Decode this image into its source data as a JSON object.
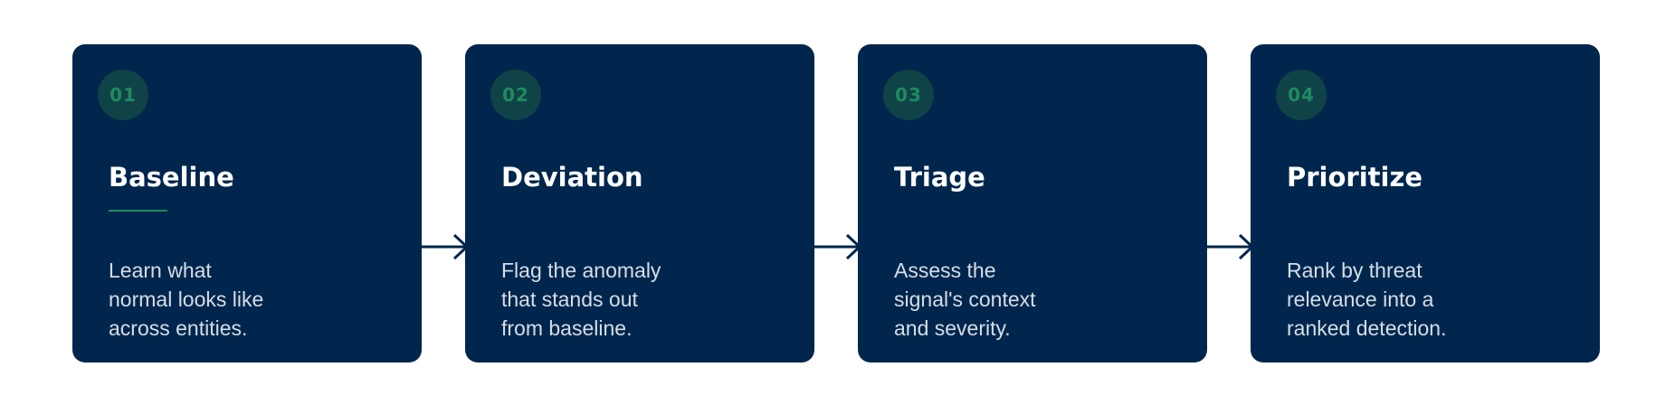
{
  "steps": [
    {
      "number": "01",
      "title": "Baseline",
      "description": "Learn what\nnormal looks like\nacross entities.",
      "active": true
    },
    {
      "number": "02",
      "title": "Deviation",
      "description": "Flag the anomaly\nthat stands out\nfrom baseline.",
      "active": false
    },
    {
      "number": "03",
      "title": "Triage",
      "description": "Assess the\nsignal's context\nand severity.",
      "active": false
    },
    {
      "number": "04",
      "title": "Prioritize",
      "description": "Rank by threat\nrelevance into a\nranked detection.",
      "active": false
    }
  ],
  "colors": {
    "card_bg": "#00264d",
    "accent": "#1f8a5e",
    "badge_bg": "#0f4347",
    "title": "#ffffff",
    "description": "#d6dde6",
    "arrow": "#00264d"
  }
}
